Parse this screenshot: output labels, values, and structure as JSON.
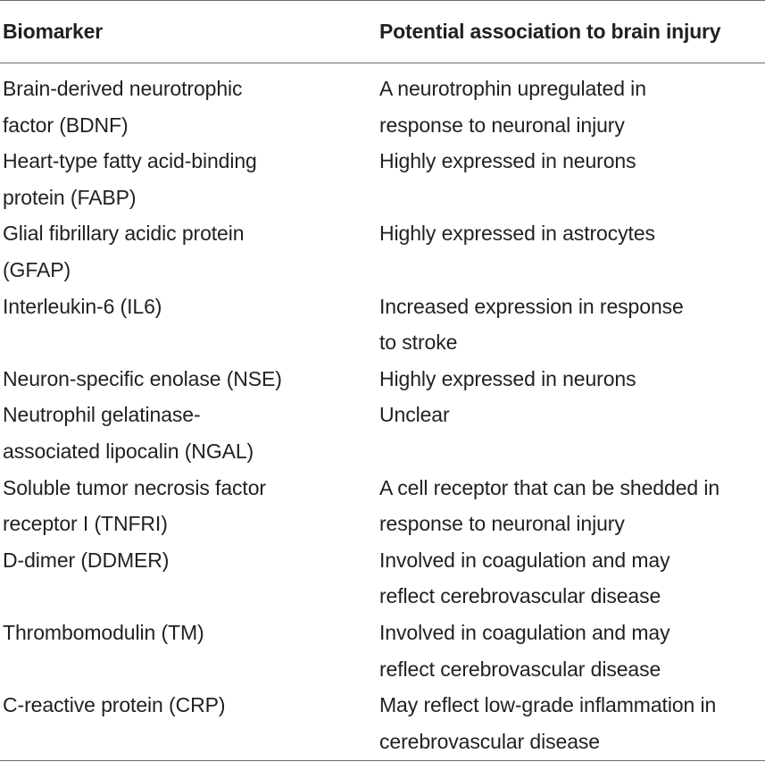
{
  "table": {
    "headers": {
      "col1": "Biomarker",
      "col2": "Potential association to brain injury"
    },
    "rows": [
      {
        "biomarker": [
          "Brain-derived neurotrophic",
          "factor (BDNF)"
        ],
        "association": [
          "A neurotrophin upregulated in",
          "response to neuronal injury"
        ]
      },
      {
        "biomarker": [
          "Heart-type fatty acid-binding",
          "protein (FABP)"
        ],
        "association": [
          "Highly expressed in neurons"
        ]
      },
      {
        "biomarker": [
          "Glial fibrillary acidic protein",
          "(GFAP)"
        ],
        "association": [
          "Highly expressed in astrocytes"
        ]
      },
      {
        "biomarker": [
          "Interleukin-6 (IL6)"
        ],
        "association": [
          "Increased expression in response",
          "to stroke"
        ]
      },
      {
        "biomarker": [
          "Neuron-specific enolase (NSE)"
        ],
        "association": [
          "Highly expressed in neurons"
        ]
      },
      {
        "biomarker": [
          "Neutrophil gelatinase-",
          "associated lipocalin (NGAL)"
        ],
        "association": [
          "Unclear"
        ]
      },
      {
        "biomarker": [
          "Soluble tumor necrosis factor",
          "receptor I (TNFRI)"
        ],
        "association": [
          "A cell receptor that can be shedded in",
          "response to neuronal injury"
        ]
      },
      {
        "biomarker": [
          "D-dimer (DDMER)"
        ],
        "association": [
          "Involved in coagulation and may",
          "reflect cerebrovascular disease"
        ]
      },
      {
        "biomarker": [
          "Thrombomodulin (TM)"
        ],
        "association": [
          "Involved in coagulation and may",
          "reflect cerebrovascular disease"
        ]
      },
      {
        "biomarker": [
          "C-reactive protein (CRP)"
        ],
        "association": [
          "May reflect low-grade inflammation in",
          "cerebrovascular disease"
        ]
      }
    ]
  }
}
